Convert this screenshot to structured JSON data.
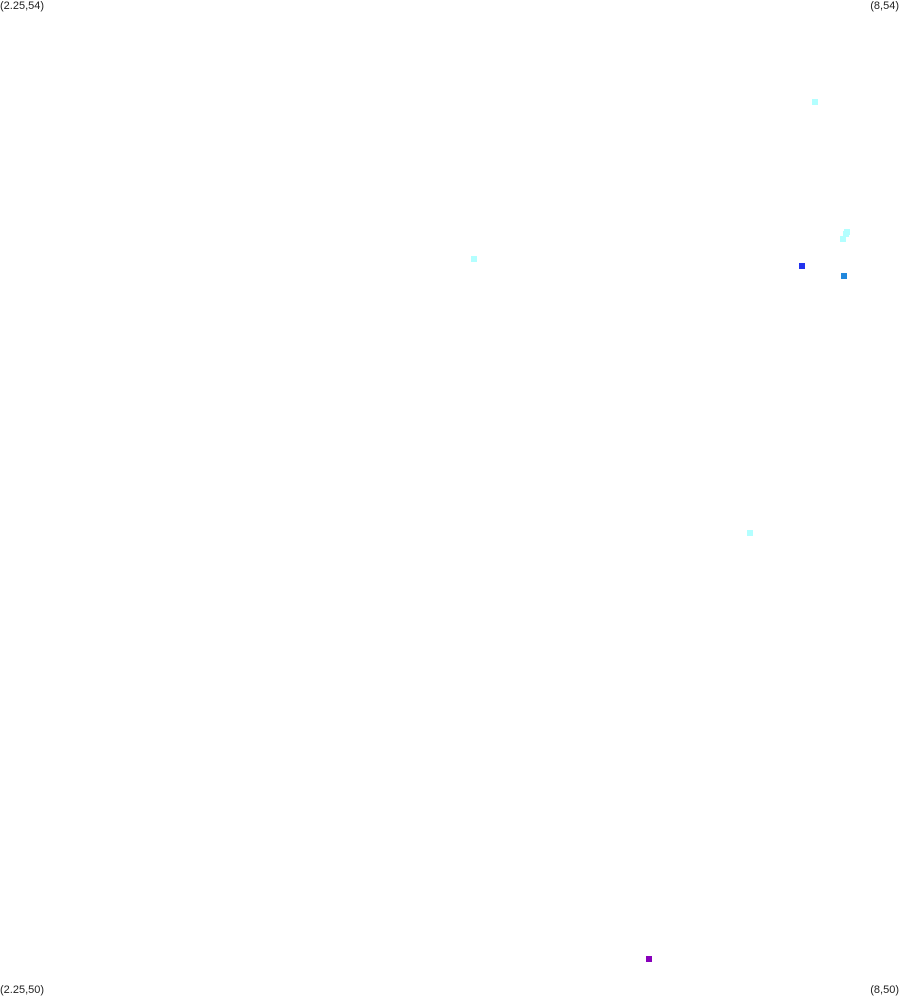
{
  "corners": {
    "top_left": "(2.25,54)",
    "top_right": "(8,54)",
    "bottom_left": "(2.25,50)",
    "bottom_right": "(8,50)"
  },
  "map": {
    "lon_range": [
      2.25,
      8
    ],
    "lat_range": [
      50,
      54
    ]
  },
  "points": [
    {
      "lon": 7.46,
      "lat": 53.59,
      "color": "#b3ffff"
    },
    {
      "lon": 5.28,
      "lat": 52.96,
      "color": "#b3ffff"
    },
    {
      "lon": 7.66,
      "lat": 53.06,
      "color": "#b3ffff"
    },
    {
      "lon": 7.67,
      "lat": 53.07,
      "color": "#b3ffff"
    },
    {
      "lon": 7.64,
      "lat": 53.04,
      "color": "#b3ffff"
    },
    {
      "lon": 7.38,
      "lat": 52.93,
      "color": "#2233ee"
    },
    {
      "lon": 7.65,
      "lat": 52.89,
      "color": "#2288dd"
    },
    {
      "lon": 7.05,
      "lat": 51.86,
      "color": "#b3ffff"
    },
    {
      "lon": 6.4,
      "lat": 50.15,
      "color": "#8800bb"
    }
  ]
}
